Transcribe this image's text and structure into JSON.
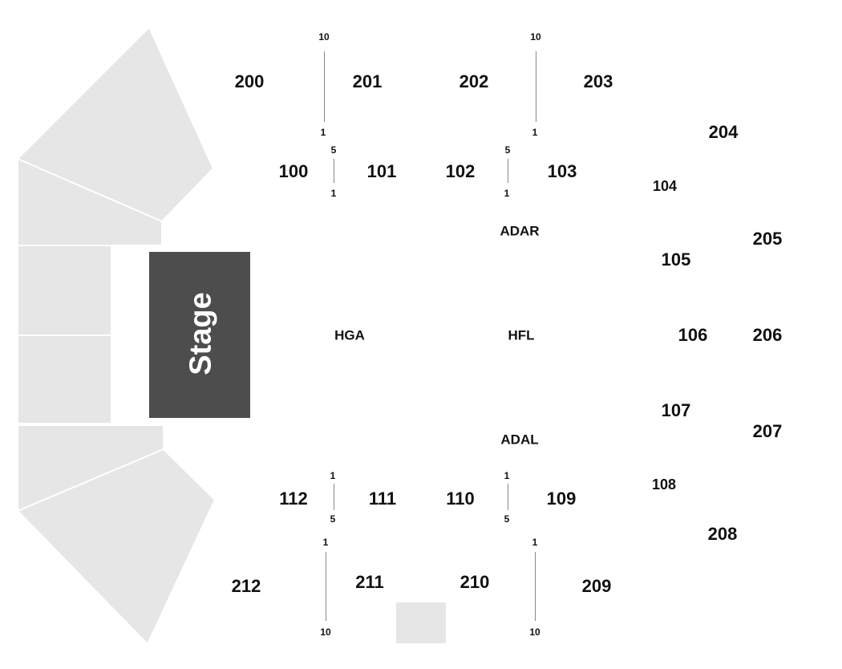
{
  "stage": {
    "label": "Stage",
    "color": "#4d4d4d"
  },
  "floor": {
    "hga": "HGA",
    "hfl": "HFL",
    "adar": "ADAR",
    "adal": "ADAL"
  },
  "lower_sections": {
    "s100": "100",
    "s101": "101",
    "s102": "102",
    "s103": "103",
    "s104": "104",
    "s105": "105",
    "s106": "106",
    "s107": "107",
    "s108": "108",
    "s109": "109",
    "s110": "110",
    "s111": "111",
    "s112": "112"
  },
  "upper_sections": {
    "s200": "200",
    "s201": "201",
    "s202": "202",
    "s203": "203",
    "s204": "204",
    "s205": "205",
    "s206": "206",
    "s207": "207",
    "s208": "208",
    "s209": "209",
    "s210": "210",
    "s211": "211",
    "s212": "212"
  },
  "row_markers": {
    "top_upper_first": "10",
    "top_upper_last": "1",
    "top_lower_first": "5",
    "top_lower_last": "1",
    "bottom_lower_first": "1",
    "bottom_lower_last": "5",
    "bottom_upper_first": "1",
    "bottom_upper_last": "10"
  },
  "colors": {
    "unavailable": "#e6e6e6",
    "divider": "#888888",
    "text": "#111111"
  }
}
